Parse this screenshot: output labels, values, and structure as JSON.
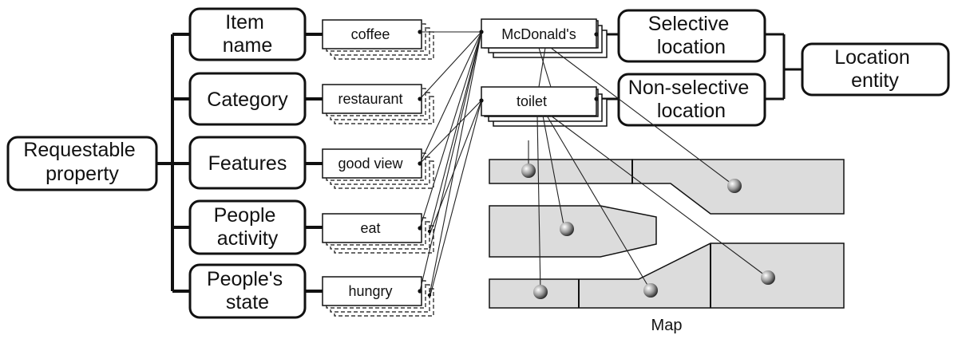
{
  "root": {
    "label_lines": [
      "Requestable",
      "property"
    ]
  },
  "properties": [
    {
      "label_lines": [
        "Item",
        "name"
      ],
      "value": "coffee"
    },
    {
      "label_lines": [
        "Category"
      ],
      "value": "restaurant"
    },
    {
      "label_lines": [
        "Features"
      ],
      "value": "good view"
    },
    {
      "label_lines": [
        "People",
        "activity"
      ],
      "value": "eat"
    },
    {
      "label_lines": [
        "People's",
        "state"
      ],
      "value": "hungry"
    }
  ],
  "places": [
    {
      "label": "McDonald's"
    },
    {
      "label": "toilet"
    }
  ],
  "location_types": [
    {
      "label_lines": [
        "Selective",
        "location"
      ]
    },
    {
      "label_lines": [
        "Non-selective",
        "location"
      ]
    }
  ],
  "entity": {
    "label_lines": [
      "Location",
      "entity"
    ]
  },
  "map": {
    "caption": "Map"
  }
}
